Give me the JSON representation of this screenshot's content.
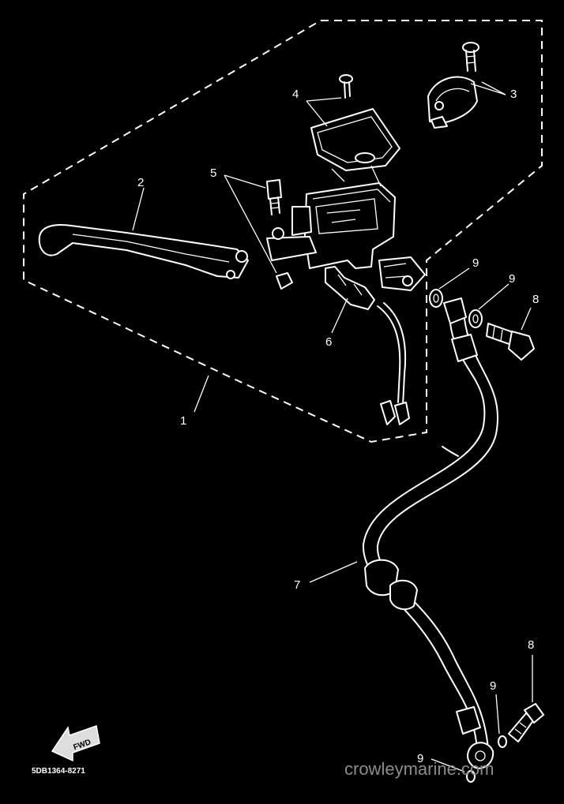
{
  "diagram": {
    "callouts": [
      {
        "id": "c1",
        "label": "1"
      },
      {
        "id": "c2",
        "label": "2"
      },
      {
        "id": "c3",
        "label": "3"
      },
      {
        "id": "c4",
        "label": "4"
      },
      {
        "id": "c5",
        "label": "5"
      },
      {
        "id": "c6",
        "label": "6"
      },
      {
        "id": "c7",
        "label": "7"
      },
      {
        "id": "c8a",
        "label": "8"
      },
      {
        "id": "c8b",
        "label": "8"
      },
      {
        "id": "c9a",
        "label": "9"
      },
      {
        "id": "c9b",
        "label": "9"
      },
      {
        "id": "c9c",
        "label": "9"
      },
      {
        "id": "c9d",
        "label": "9"
      }
    ],
    "fwd_label": "FWD",
    "part_code": "5DB1364-8271",
    "watermark": "crowleymarine.com"
  }
}
